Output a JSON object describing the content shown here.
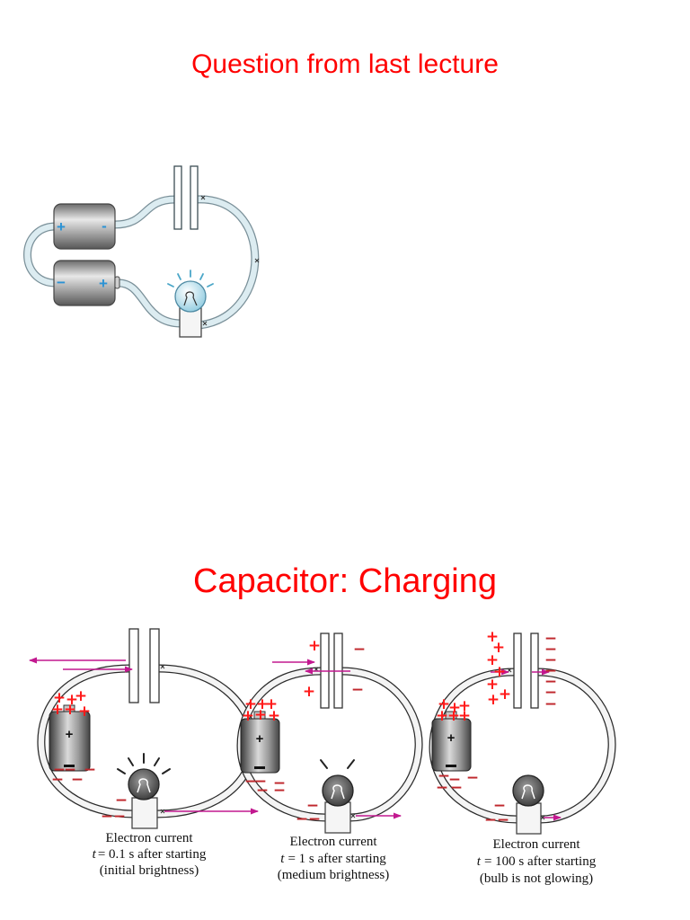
{
  "slides": {
    "question": {
      "title": "Question from last lecture"
    },
    "charging": {
      "title": "Capacitor: Charging"
    }
  },
  "circuit": {
    "battery_top": {
      "left_sign": "+",
      "right_sign": "-"
    },
    "battery_bottom": {
      "left_sign": "−",
      "right_sign": "+"
    }
  },
  "panels": [
    {
      "caption_line1": "Electron current",
      "time_var": "t",
      "time_text": "= 0.1 s after starting",
      "caption_line3": "(initial brightness)"
    },
    {
      "caption_line1": "Electron current",
      "time_var": "t",
      "time_text": "= 1 s after starting",
      "caption_line3": "(medium brightness)"
    },
    {
      "caption_line1": "Electron current",
      "time_var": "t",
      "time_text": "= 100 s after starting",
      "caption_line3": "(bulb is not glowing)"
    }
  ],
  "symbols": {
    "plus": "+",
    "minus": "−"
  },
  "colors": {
    "title": "#ff0000",
    "positive_charge": "#ff1a1a",
    "negative_charge": "#c0282d",
    "electron_arrow": "#c2188f",
    "battery_sign": "#2a92d4"
  }
}
